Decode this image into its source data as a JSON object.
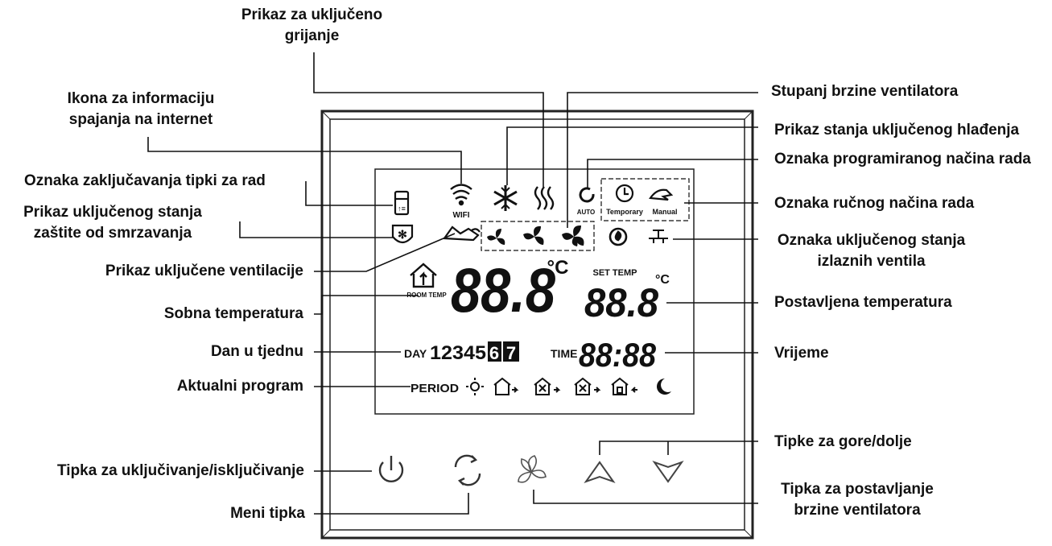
{
  "labels": {
    "heating": [
      "Prikaz za uključeno",
      "grijanje"
    ],
    "internet_icon": [
      "Ikona za informaciju",
      "spajanja na internet"
    ],
    "key_lock": "Oznaka zaključavanja tipki za rad",
    "frost_protection": [
      "Prikaz uključenog stanja",
      "zaštite od smrzavanja"
    ],
    "ventilation": "Prikaz uključene ventilacije",
    "room_temp": "Sobna temperatura",
    "day_of_week": "Dan u tjednu",
    "current_program": "Aktualni program",
    "power_button": "Tipka za uključivanje/isključivanje",
    "menu_button": "Meni tipka",
    "fan_speed": "Stupanj brzine ventilatora",
    "cooling": "Prikaz stanja uključenog hlađenja",
    "programmed_mode": "Oznaka programiranog načina rada",
    "manual_mode": "Oznaka ručnog načina rada",
    "output_valves": [
      "Oznaka uključenog stanja",
      "izlaznih ventila"
    ],
    "set_temp": "Postavljena temperatura",
    "time": "Vrijeme",
    "up_down": "Tipke za gore/dolje",
    "fan_speed_button": [
      "Tipka za postavljanje",
      "brzine ventilatora"
    ]
  },
  "display": {
    "wifi": "WIFI",
    "auto": "AUTO",
    "temporary": "Temporary",
    "manual": "Manual",
    "room_temp_value": "88.8",
    "room_temp_unit": "°C",
    "room_temp_label": "ROOM TEMP",
    "set_temp_label": "SET TEMP",
    "set_temp_value": "88.8",
    "set_temp_unit": "°C",
    "day_label": "DAY",
    "days": "12345",
    "days_highlight": [
      "6",
      "7"
    ],
    "time_label": "TIME",
    "time_value": "88:88",
    "period_label": "PERIOD"
  },
  "icons": [
    "wifi-icon",
    "snowflake-icon",
    "heating-icon",
    "auto-icon",
    "clock-icon",
    "hand-icon",
    "key-lock-icon",
    "frost-icon",
    "ventilation-icon",
    "fan-speed-1-icon",
    "fan-speed-2-icon",
    "fan-speed-3-icon",
    "fan-auto-icon",
    "valve-icon",
    "room-house-icon",
    "sun-icon",
    "leave-home-icon",
    "return-home-icon",
    "power-icon",
    "menu-icon",
    "fan-button-icon",
    "up-arrow-icon",
    "down-arrow-icon",
    "moon-icon"
  ]
}
